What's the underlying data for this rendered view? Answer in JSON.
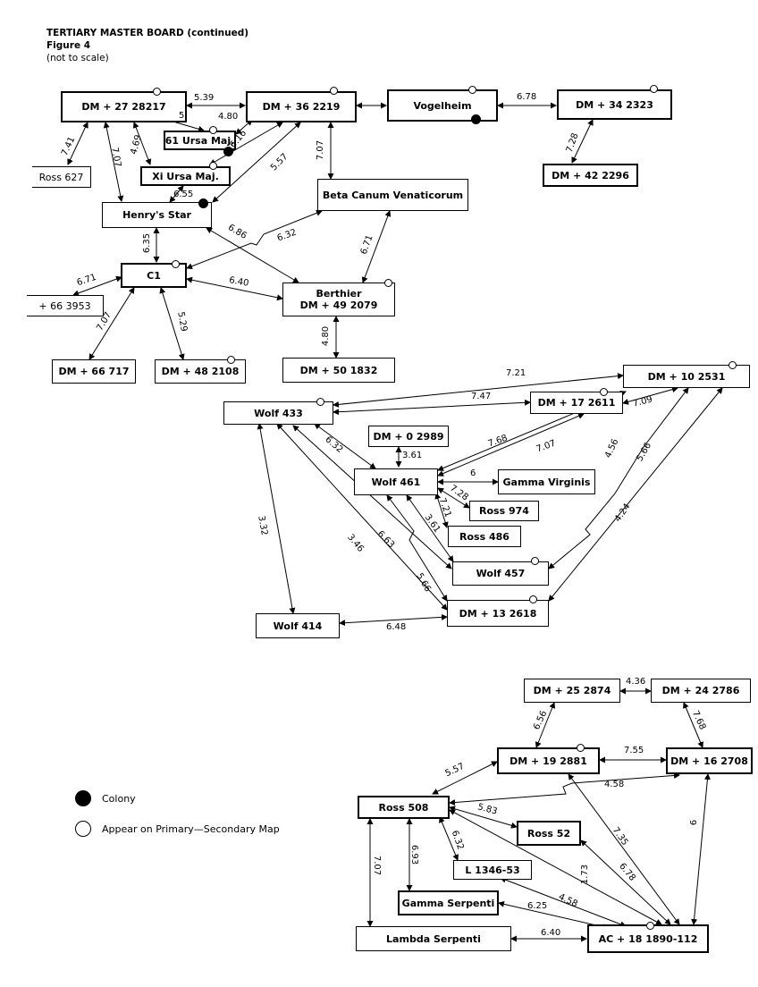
{
  "header": {
    "title": "TERTIARY MASTER BOARD (continued)",
    "figure": "Figure 4",
    "note": "(not to scale)"
  },
  "legend": {
    "colony": "Colony",
    "primary": "Appear on Primary—Secondary Map"
  },
  "stars": {
    "dm27": "DM + 27 28217",
    "dm36": "DM + 36 2219",
    "vogel": "Vogelheim",
    "dm34": "DM + 34 2323",
    "ursa61": "61 Ursa Maj.",
    "ross627": "Ross 627",
    "xiursa": "Xi Ursa Maj.",
    "dm42": "DM + 42 2296",
    "beta": "Beta Canum Venaticorum",
    "henry": "Henry's Star",
    "c1": "C1",
    "dm66a": "+ 66 3953",
    "berthier1": "Berthier",
    "berthier2": "DM + 49 2079",
    "dm66b": "DM + 66 717",
    "dm48": "DM + 48 2108",
    "dm50": "DM + 50 1832",
    "dm10": "DM + 10 2531",
    "dm17": "DM + 17 2611",
    "wolf433": "Wolf 433",
    "dm0": "DM + 0 2989",
    "wolf461": "Wolf 461",
    "gamvir": "Gamma Virginis",
    "ross974": "Ross 974",
    "ross486": "Ross 486",
    "wolf457": "Wolf 457",
    "dm13": "DM + 13 2618",
    "wolf414": "Wolf 414",
    "dm25": "DM + 25 2874",
    "dm24": "DM + 24 2786",
    "dm19": "DM + 19 2881",
    "dm16": "DM + 16 2708",
    "ross508": "Ross 508",
    "ross52": "Ross 52",
    "l1346": "L 1346-53",
    "gamser": "Gamma Serpenti",
    "lamser": "Lambda Serpenti",
    "ac18": "AC + 18 1890-112"
  },
  "distances": {
    "d1": "5.39",
    "d2": "5",
    "d3": "4.80",
    "d4": "6.78",
    "d5": "7.41",
    "d6": "4.69",
    "d7": "7.07",
    "d8": "6.16",
    "d9": "5.57",
    "d10": "7.07",
    "d11": "7.28",
    "d12": "6.55",
    "d13": "6.86",
    "d14": "6.32",
    "d15": "6.71",
    "d16": "6.35",
    "d17": "6.71",
    "d18": "6.40",
    "d19": "7.07",
    "d20": "5.29",
    "d21": "4.80",
    "e1": "7.21",
    "e2": "7.47",
    "e3": "7.09",
    "e4": "7.68",
    "e5": "7.07",
    "e6": "4.56",
    "e7": "5.66",
    "e8": "4.24",
    "e9": "6.32",
    "e10": "3.61",
    "e11": "6",
    "e12": "7.28",
    "e13": "7.21",
    "e14": "3.61",
    "e15": "3.32",
    "e16": "3.46",
    "e17": "6.63",
    "e18": "5.66",
    "e19": "6.48",
    "f1": "4.36",
    "f2": "6.56",
    "f3": "7.68",
    "f4": "7.55",
    "f5": "5.57",
    "f6": "4.58",
    "f7": "5.83",
    "f8": "7.35",
    "f9": "6",
    "f10": "6.32",
    "f11": "6.93",
    "f12": "7.07",
    "f13": "1.73",
    "f14": "6.78",
    "f15": "4.58",
    "f16": "6.25",
    "f17": "6.40"
  }
}
